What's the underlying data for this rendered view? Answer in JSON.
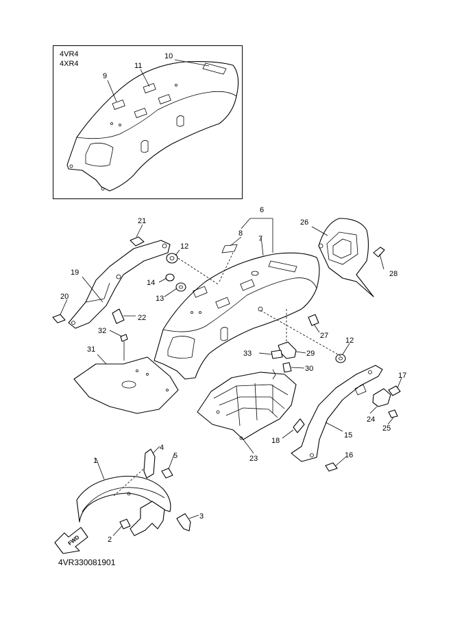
{
  "inset": {
    "variants": [
      "4VR4",
      "4XR4"
    ]
  },
  "diagram_code": "4VR330081901",
  "fwd_label": "FWD",
  "callouts": [
    {
      "id": "1",
      "label": "1"
    },
    {
      "id": "2",
      "label": "2"
    },
    {
      "id": "3",
      "label": "3"
    },
    {
      "id": "4",
      "label": "4"
    },
    {
      "id": "5",
      "label": "5"
    },
    {
      "id": "6",
      "label": "6"
    },
    {
      "id": "7",
      "label": "7"
    },
    {
      "id": "8",
      "label": "8"
    },
    {
      "id": "9",
      "label": "9"
    },
    {
      "id": "10",
      "label": "10"
    },
    {
      "id": "11",
      "label": "11"
    },
    {
      "id": "12a",
      "label": "12"
    },
    {
      "id": "12b",
      "label": "12"
    },
    {
      "id": "13",
      "label": "13"
    },
    {
      "id": "14",
      "label": "14"
    },
    {
      "id": "15",
      "label": "15"
    },
    {
      "id": "16",
      "label": "16"
    },
    {
      "id": "17",
      "label": "17"
    },
    {
      "id": "18",
      "label": "18"
    },
    {
      "id": "19",
      "label": "19"
    },
    {
      "id": "20",
      "label": "20"
    },
    {
      "id": "21",
      "label": "21"
    },
    {
      "id": "22",
      "label": "22"
    },
    {
      "id": "23",
      "label": "23"
    },
    {
      "id": "24",
      "label": "24"
    },
    {
      "id": "25",
      "label": "25"
    },
    {
      "id": "26",
      "label": "26"
    },
    {
      "id": "27",
      "label": "27"
    },
    {
      "id": "28",
      "label": "28"
    },
    {
      "id": "29",
      "label": "29"
    },
    {
      "id": "30",
      "label": "30"
    },
    {
      "id": "31",
      "label": "31"
    },
    {
      "id": "32",
      "label": "32"
    },
    {
      "id": "33",
      "label": "33"
    }
  ]
}
